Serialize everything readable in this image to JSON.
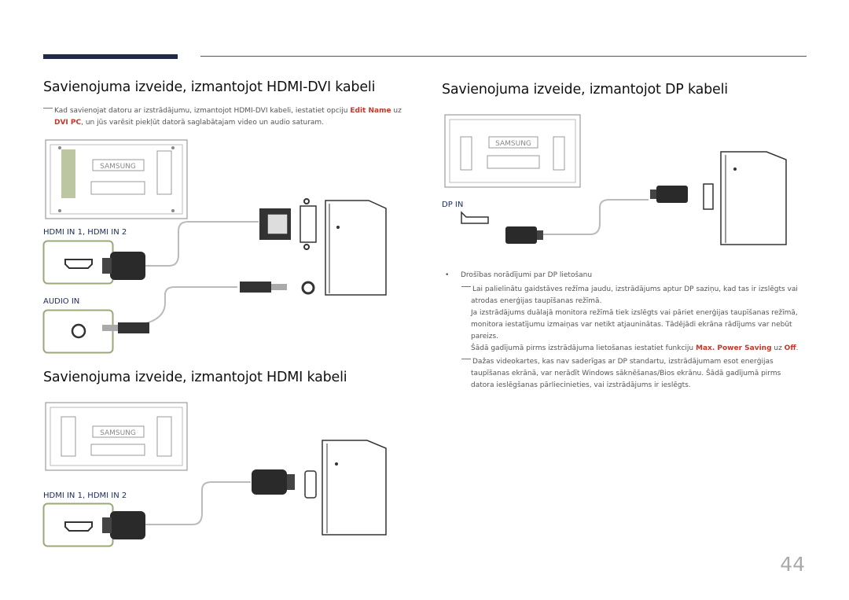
{
  "header": {
    "page_number": "44"
  },
  "left": {
    "section1_title": "Savienojuma izveide, izmantojot HDMI-DVI kabeli",
    "section1_note_a": "Kad savienojat datoru ar izstrādājumu, izmantojot HDMI-DVI kabeli, iestatiet opciju ",
    "section1_note_b": "Edit Name",
    "section1_note_c": " uz",
    "section1_note_d": "DVI PC",
    "section1_note_e": ", un jūs varēsit piekļūt datorā saglabātajam video un audio saturam.",
    "hdmi_label_1": "HDMI IN 1, HDMI IN 2",
    "audio_label": "AUDIO IN",
    "section2_title": "Savienojuma izveide, izmantojot HDMI kabeli",
    "hdmi_label_2": "HDMI IN 1, HDMI IN 2",
    "brand": "SAMSUNG"
  },
  "right": {
    "section_title": "Savienojuma izveide, izmantojot DP kabeli",
    "dp_label": "DP IN",
    "bullet": "Drošības norādījumi par DP lietošanu",
    "note1": "Lai palielinātu gaidstāves režīma jaudu, izstrādājums aptur DP saziņu, kad tas ir izslēgts vai atrodas enerģijas taupīšanas režīmā.",
    "para2": "Ja izstrādājums duālajā monitora režīmā tiek izslēgts vai pāriet enerģijas taupīšanas režīmā, monitora iestatījumu izmaiņas var netikt atjauninātas. Tādējādi ekrāna rādījums var nebūt pareizs.",
    "para3_a": "Šādā gadījumā pirms izstrādājuma lietošanas iestatiet funkciju ",
    "para3_b": "Max. Power Saving",
    "para3_c": " uz ",
    "para3_d": "Off",
    "para3_e": ".",
    "note2": "Dažas videokartes, kas nav saderīgas ar DP standartu, izstrādājumam esot enerģijas taupīšanas ekrānā, var nerādīt Windows sāknēšanas/Bios ekrānu. Šādā gadījumā pirms datora ieslēgšanas pārliecinieties, vai izstrādājums ir ieslēgts."
  },
  "colors": {
    "accent": "#c0392b",
    "header_bar": "#21294a",
    "port_frame": "#9aa87a"
  }
}
